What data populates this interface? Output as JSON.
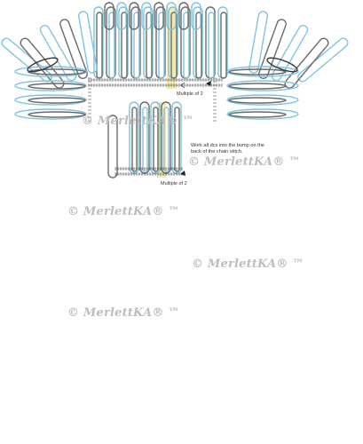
{
  "labels": {
    "multiple_top": "Multiple of 2",
    "multiple_bottom": "Multiple of 2",
    "instruction_line1": "Work all dcs into the bump on the",
    "instruction_line2": "back of the chain stitch."
  },
  "watermarks": [
    "© MerlettKA® ™",
    "© MerlettKA® ™",
    "© MerlettKA® ™",
    "© MerlettKA® ™",
    "© MerlettKA® ™"
  ],
  "colors": {
    "background": "#ffffff",
    "stitch_blue": "#7ec4e0",
    "stitch_gray": "#6b6b6b",
    "stitch_dark": "#3a3a3a",
    "highlight_yellow": "#f3e7a4",
    "chain": "#555555",
    "watermark": "#bdbdbd"
  }
}
